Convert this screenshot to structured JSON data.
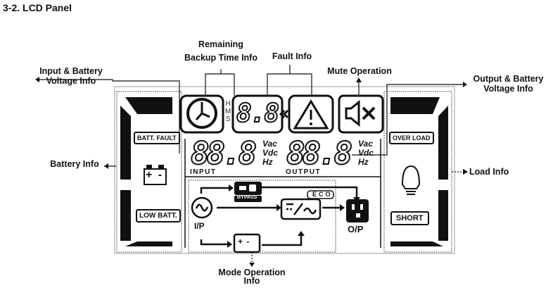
{
  "title": "3-2. LCD Panel",
  "callouts": {
    "remaining_backup": [
      "Remaining",
      "Backup Time Info"
    ],
    "fault": "Fault Info",
    "mute": "Mute Operation",
    "input_battery": [
      "Input & Battery",
      "Voltage Info"
    ],
    "output_battery": [
      "Output & Battery",
      "Voltage Info"
    ],
    "battery": "Battery Info",
    "load": "Load Info",
    "mode": [
      "Mode Operation",
      "Info"
    ]
  },
  "lcd": {
    "time_units": [
      "H",
      "M",
      "S"
    ],
    "time_digits": "8.8",
    "input_digits": "88.8",
    "output_digits": "88.8",
    "units": [
      "Vac",
      "Vdc",
      "Hz"
    ],
    "input_label": "INPUT",
    "output_label": "OUTPUT",
    "batt_fault": "BATT. FAULT",
    "low_batt": "LOW BATT.",
    "over_load": "OVER LOAD",
    "short": "SHORT",
    "bypass": "BYPASS",
    "eco": "ECO",
    "ip": "I/P",
    "op": "O/P",
    "battery_symbol": "+ -"
  }
}
